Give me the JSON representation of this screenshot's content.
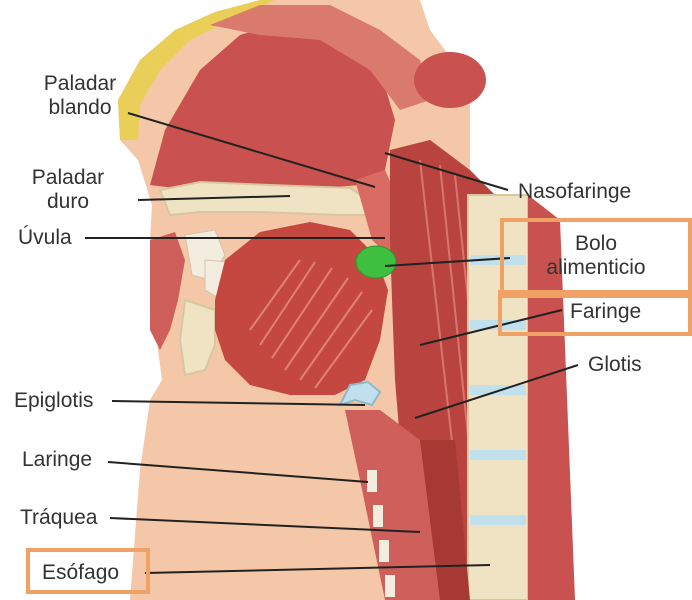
{
  "labels": {
    "paladar_blando": [
      "Paladar",
      "blando"
    ],
    "paladar_duro": [
      "Paladar",
      "duro"
    ],
    "uvula": "Úvula",
    "nasofaringe": "Nasofaringe",
    "bolo_alimenticio": [
      "Bolo",
      "alimenticio"
    ],
    "faringe": "Faringe",
    "glotis": "Glotis",
    "epiglotis": "Epiglotis",
    "laringe": "Laringe",
    "traquea": "Tráquea",
    "esofago": "Esófago"
  },
  "colors": {
    "highlight_box": "#f0a266",
    "bolus": "#3fbf3f",
    "muscle": "#c9514f",
    "bone": "#efe3c3",
    "skin": "#f4c7a8",
    "label_text": "#333333",
    "leader_line": "#222222"
  }
}
